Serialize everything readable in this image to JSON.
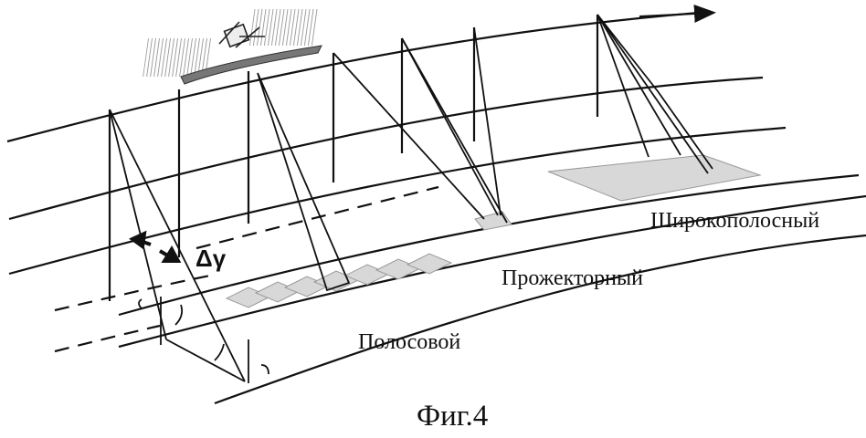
{
  "labels": {
    "wide": "Широкополосный",
    "spotlight": "Прожекторный",
    "strip": "Полосовой",
    "delta_gamma": "Δγ",
    "figure_caption": "Фиг.4"
  },
  "colors": {
    "ink": "#111111",
    "footprint": "#d8d8d8",
    "background": "#ffffff"
  }
}
